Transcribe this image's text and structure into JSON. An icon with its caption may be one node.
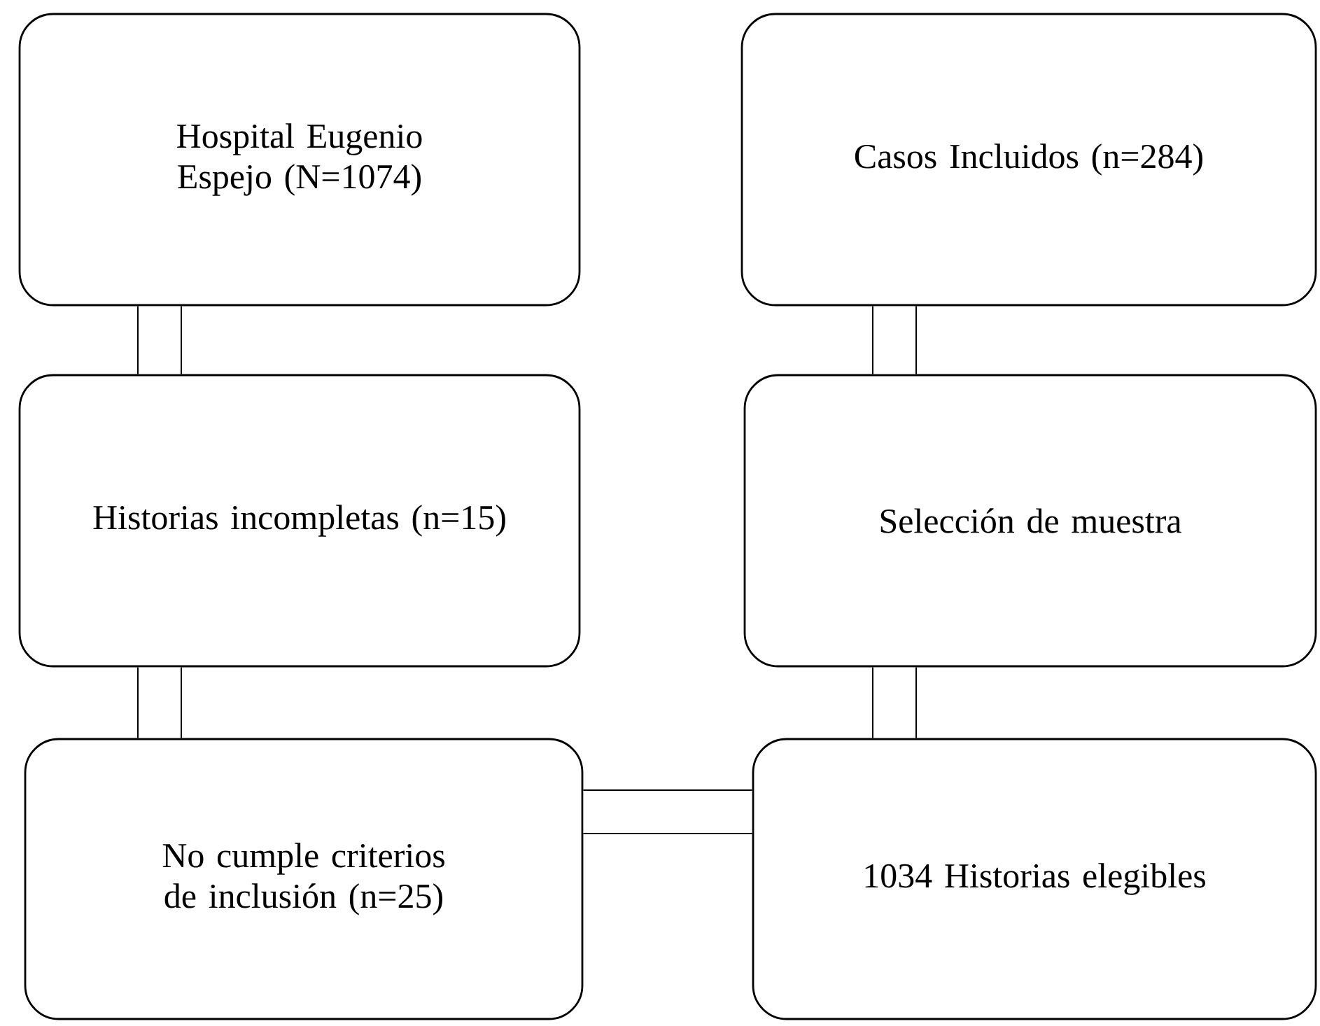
{
  "diagram": {
    "nodes": [
      {
        "text": [
          "Hospital Eugenio Espejo (N=1074)"
        ]
      },
      {
        "text": [
          "Casos Incluidos (n=284)"
        ]
      },
      {
        "text": [
          "Historias incompletas (n=15)"
        ]
      },
      {
        "text": [
          "Selección de muestra"
        ]
      },
      {
        "text": [
          "No cumple criterios de inclusión (n=25)"
        ]
      },
      {
        "text": [
          "1034 Historias elegibles"
        ]
      }
    ],
    "edges": [
      {
        "from": 0,
        "to": 2,
        "arrow": "none"
      },
      {
        "from": 2,
        "to": 4,
        "arrow": "none"
      },
      {
        "from": 4,
        "to": 5,
        "arrow": "none"
      },
      {
        "from": 5,
        "to": 3,
        "arrow": "none"
      },
      {
        "from": 3,
        "to": 1,
        "arrow": "none"
      }
    ]
  }
}
